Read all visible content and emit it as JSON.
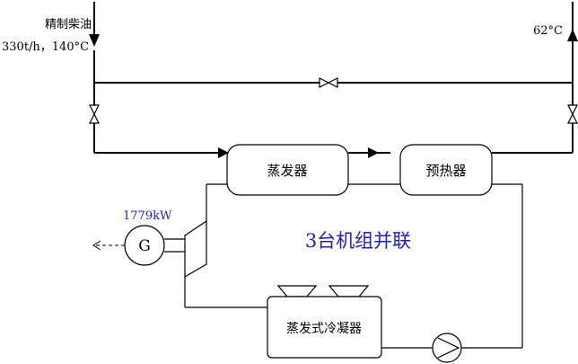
{
  "labels": {
    "oil_name": "精制柴油",
    "oil_conditions": "330t/h，140°C",
    "outlet_temp": "62°C",
    "power": "1779kW",
    "generator": "G",
    "evaporator": "蒸发器",
    "preheater": "预热器",
    "condenser": "蒸发式冷凝器",
    "units_note": "3台机组并联"
  },
  "colors": {
    "line": "#000000",
    "accent_text": "#1f1fc0"
  },
  "icons": {
    "valve": "bowtie-valve-icon",
    "pump": "pump-icon",
    "turbine": "turbine-icon",
    "fan": "fan-icon"
  }
}
